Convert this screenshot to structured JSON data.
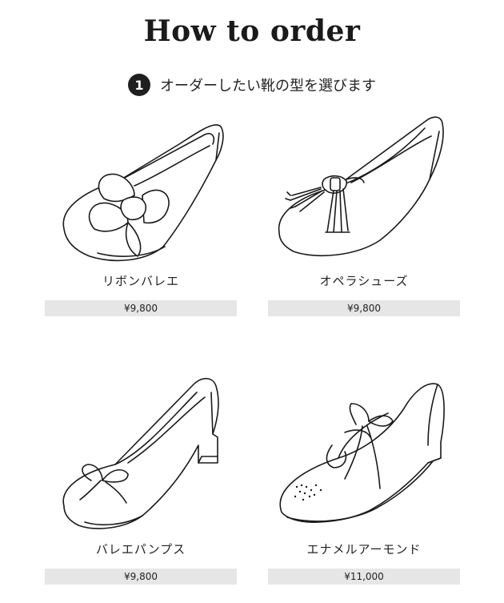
{
  "page": {
    "title": "How to order"
  },
  "step": {
    "number": "1",
    "text": "オーダーしたい靴の型を選びます"
  },
  "products": [
    {
      "name": "リボンバレエ",
      "price": "¥9,800",
      "icon": "ribbon-ballet-shoe-icon"
    },
    {
      "name": "オペラシューズ",
      "price": "¥9,800",
      "icon": "opera-shoe-icon"
    },
    {
      "name": "バレエパンプス",
      "price": "¥9,800",
      "icon": "ballet-pumps-icon"
    },
    {
      "name": "エナメルアーモンド",
      "price": "¥11,000",
      "icon": "enamel-almond-shoe-icon"
    }
  ]
}
